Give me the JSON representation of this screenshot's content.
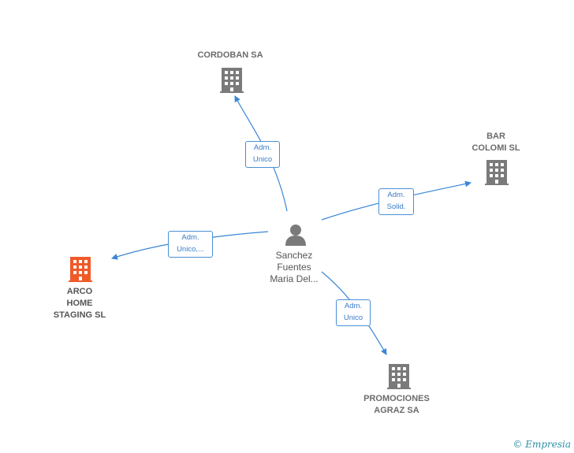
{
  "colors": {
    "edge": "#3a86d6",
    "building": "#7a7a7a",
    "building_highlight": "#f05a28",
    "person": "#7a7a7a"
  },
  "person": {
    "label": "Sanchez\nFuentes\nMaria Del...",
    "icon": "person-icon"
  },
  "companies": [
    {
      "key": "cordoban",
      "label": "CORDOBAN SA",
      "icon": "building-icon",
      "highlight": false
    },
    {
      "key": "bar_colomi",
      "label": "BAR\nCOLOMI  SL",
      "icon": "building-icon",
      "highlight": false
    },
    {
      "key": "arco",
      "label": "ARCO\nHOME\nSTAGING  SL",
      "icon": "building-icon",
      "highlight": true
    },
    {
      "key": "promociones",
      "label": "PROMOCIONES\nAGRAZ SA",
      "icon": "building-icon",
      "highlight": false
    }
  ],
  "edges": [
    {
      "to": "cordoban",
      "label": "Adm.\nUnico"
    },
    {
      "to": "bar_colomi",
      "label": "Adm.\nSolid."
    },
    {
      "to": "arco",
      "label": "Adm.\nUnico,..."
    },
    {
      "to": "promociones",
      "label": "Adm.\nUnico"
    }
  ],
  "footer": {
    "copyright_symbol": "©",
    "brand": "Empresia"
  }
}
